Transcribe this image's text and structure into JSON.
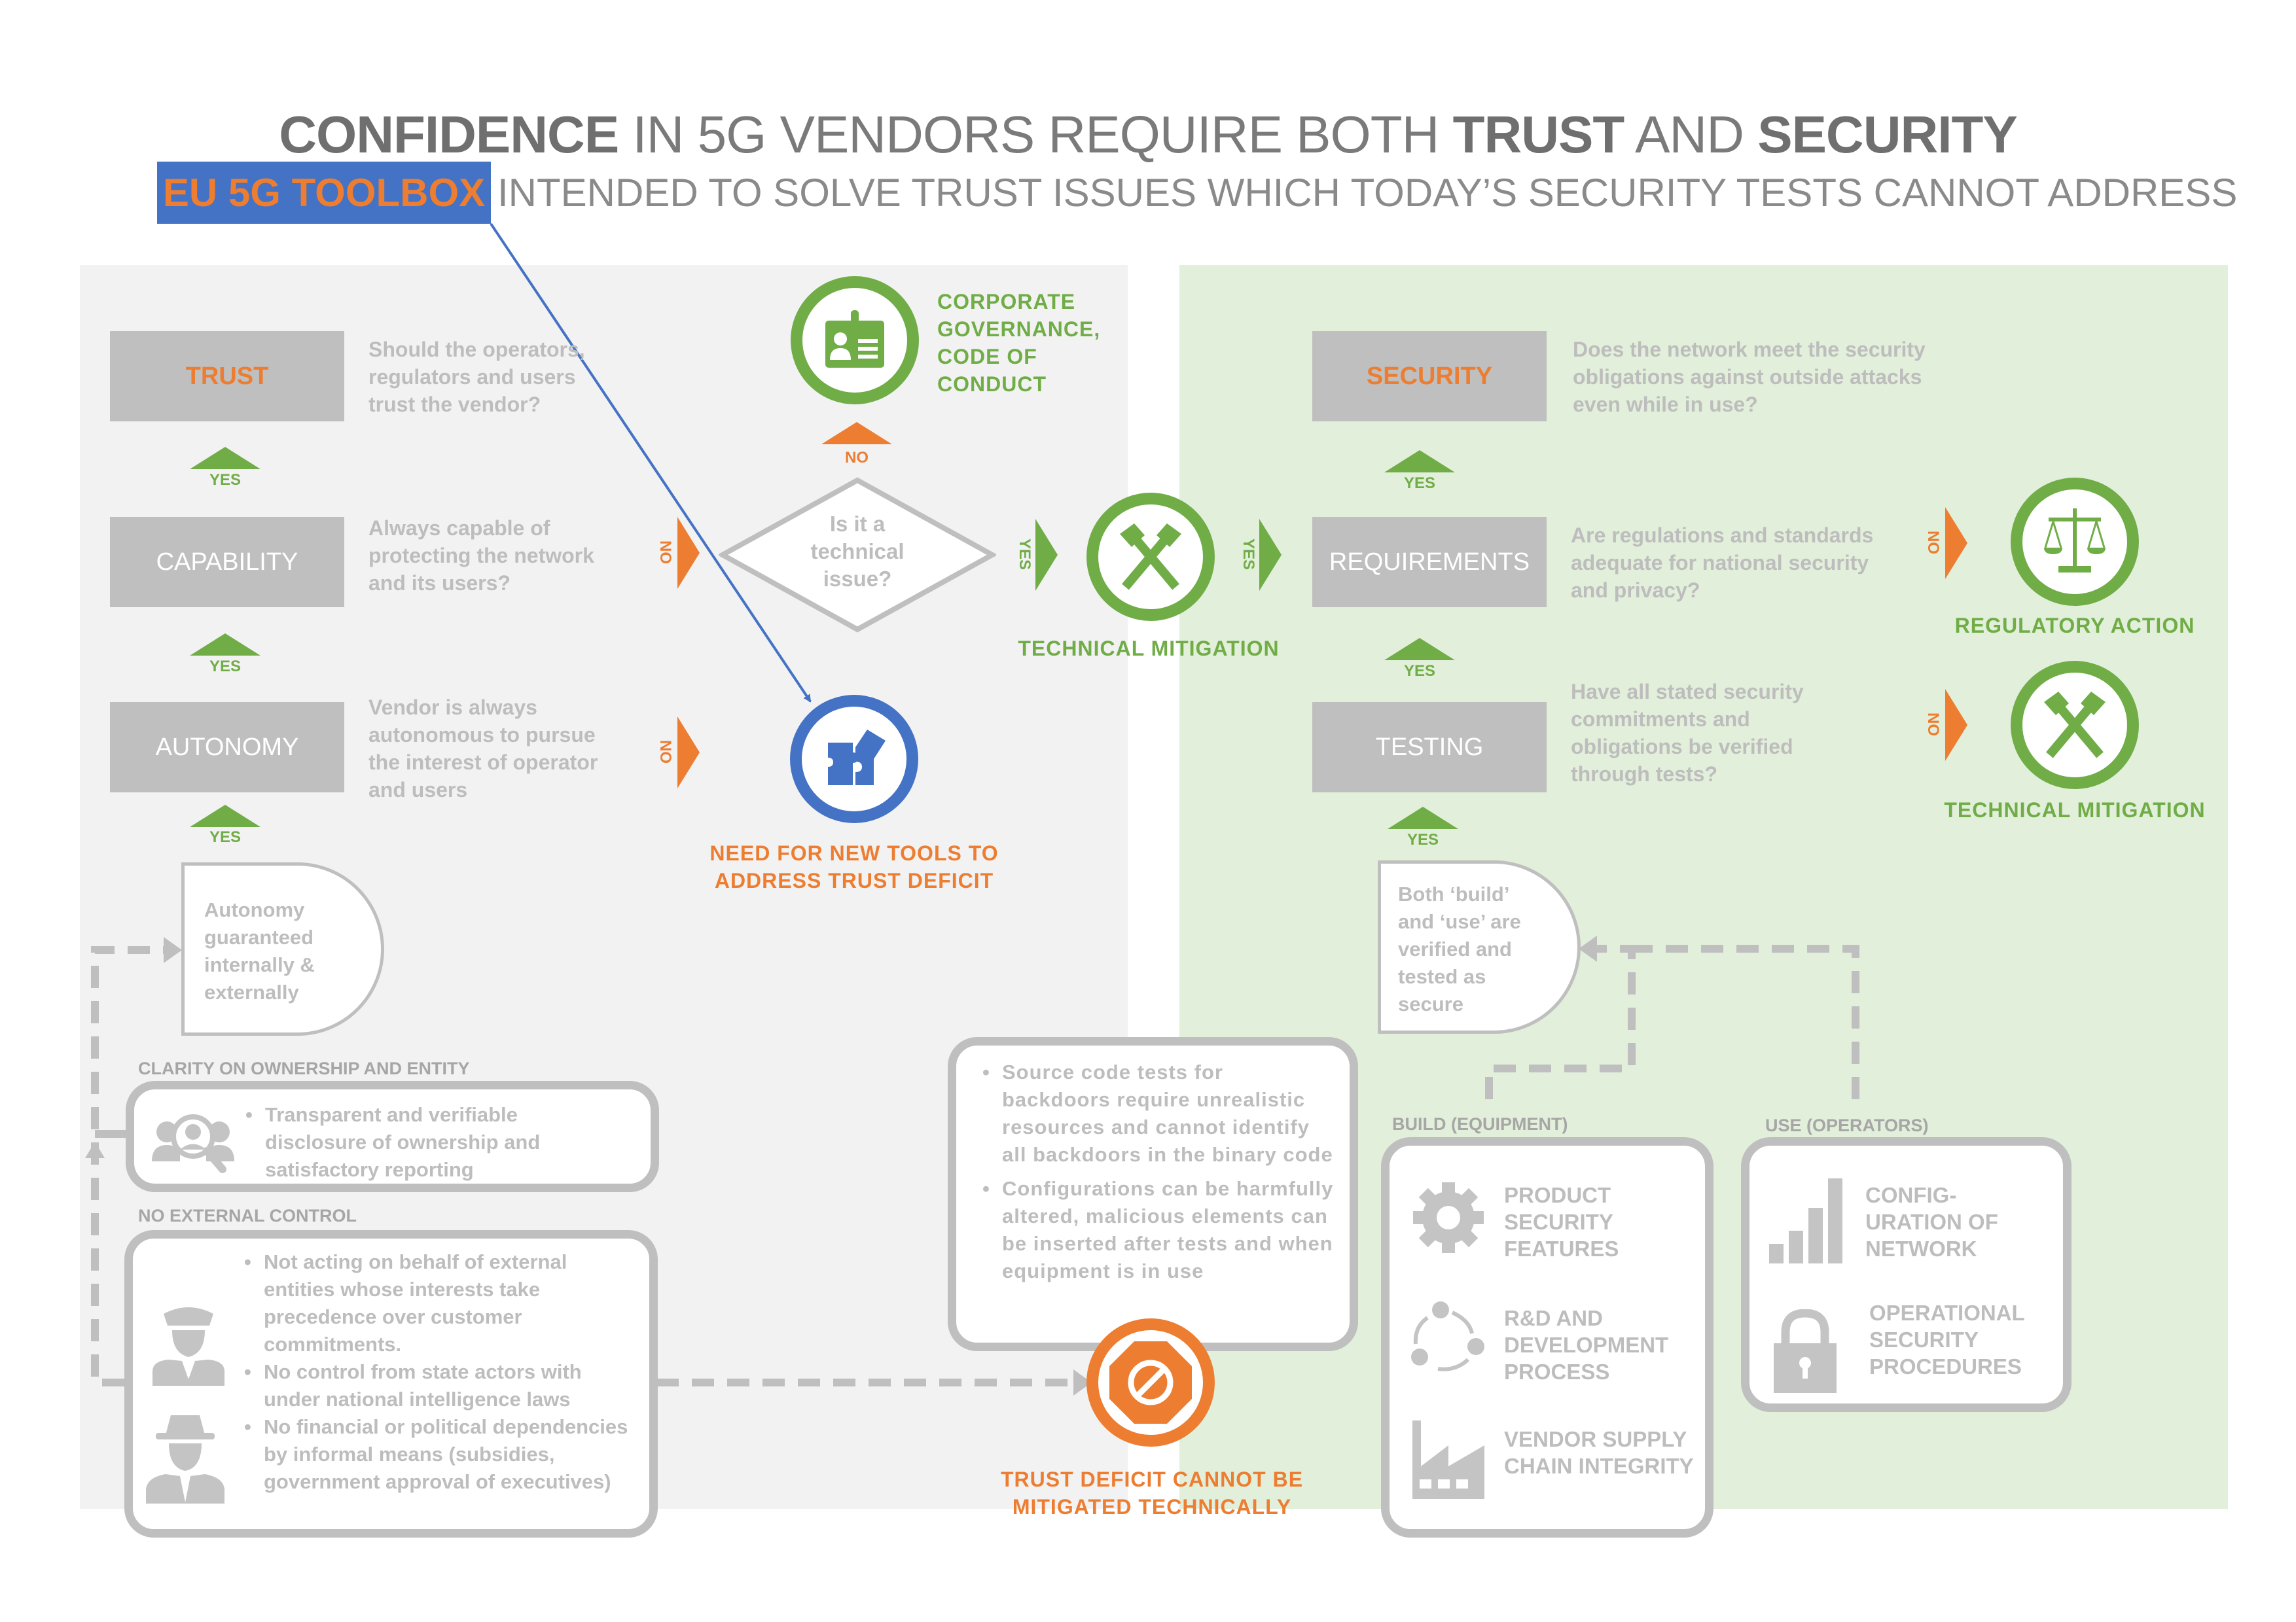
{
  "header": {
    "title_parts": [
      {
        "text": "CONFIDENCE",
        "bold": true
      },
      {
        "text": " IN 5G VENDORS REQUIRE BOTH ",
        "bold": false
      },
      {
        "text": "TRUST",
        "bold": true
      },
      {
        "text": " AND ",
        "bold": false
      },
      {
        "text": "SECURITY",
        "bold": true
      }
    ],
    "toolbox_label": "EU 5G TOOLBOX",
    "subtitle": "INTENDED TO SOLVE TRUST ISSUES WHICH TODAY’S SECURITY TESTS CANNOT ADDRESS"
  },
  "colors": {
    "orange": "#ed7d31",
    "green": "#70ad47",
    "blue": "#4472c4",
    "gray_box": "#bfbfbf",
    "left_panel": "#f2f2f2",
    "right_panel": "#e2efda"
  },
  "trust_side": {
    "trust": {
      "label": "TRUST",
      "question": "Should the operators, regulators and users trust the vendor?"
    },
    "capability": {
      "label": "CAPABILITY",
      "question": "Always capable of protecting the network and its users?"
    },
    "autonomy": {
      "label": "AUTONOMY",
      "question": "Vendor is always autonomous to pursue the interest of operator and users"
    },
    "yes_label": "YES",
    "no_label": "NO",
    "autonomy_guarantee": "Autonomy guaranteed internally & externally",
    "clarity": {
      "heading": "CLARITY ON OWNERSHIP AND ENTITY",
      "icon": "people-magnifier-icon",
      "bullets": [
        "Transparent and verifiable disclosure of ownership and satisfactory reporting"
      ]
    },
    "no_external_control": {
      "heading": "NO EXTERNAL CONTROL",
      "icons": [
        "police-officer-icon",
        "spy-agent-icon"
      ],
      "bullets": [
        "Not acting on behalf of external entities whose interests take precedence over customer commitments.",
        "No control from state actors with under national intelligence laws",
        "No financial or political dependencies by informal means (subsidies, government approval of executives)"
      ]
    }
  },
  "center": {
    "corporate_governance": {
      "icon": "id-badge-icon",
      "label": "CORPORATE GOVERNANCE, CODE OF CONDUCT"
    },
    "decision": "Is it a technical issue?",
    "no_label": "NO",
    "yes_label": "YES",
    "technical_mitigation": {
      "icon": "crossed-hammers-icon",
      "label": "TECHNICAL MITIGATION"
    },
    "new_tools": {
      "icon": "puzzle-icon",
      "label": "NEED FOR NEW TOOLS TO ADDRESS TRUST DEFICIT"
    },
    "tests_limits": {
      "bullets": [
        "Source code tests for backdoors require unrealistic resources and cannot identify all backdoors in the binary code",
        "Configurations can be harmfully altered, malicious elements can be inserted after tests and when equipment is in use"
      ]
    },
    "trust_deficit": {
      "icon": "prohibited-icon",
      "label": "TRUST DEFICIT CANNOT BE MITIGATED TECHNICALLY"
    }
  },
  "security_side": {
    "security": {
      "label": "SECURITY",
      "question": "Does the network meet the security obligations against outside attacks even while in use?"
    },
    "requirements": {
      "label": "REQUIREMENTS",
      "question": "Are regulations and standards adequate for national security and privacy?"
    },
    "testing": {
      "label": "TESTING",
      "question": "Have all stated security commitments and obligations be verified through tests?"
    },
    "yes_label": "YES",
    "no_label": "NO",
    "regulatory_action": {
      "icon": "scales-icon",
      "label": "REGULATORY ACTION"
    },
    "technical_mitigation": {
      "icon": "crossed-hammers-icon",
      "label": "TECHNICAL MITIGATION"
    },
    "build_use_verified": "Both ‘build’ and ‘use’ are verified and tested as secure",
    "build": {
      "heading": "BUILD (EQUIPMENT)",
      "items": [
        {
          "icon": "gear-icon",
          "label": "PRODUCT SECURITY FEATURES"
        },
        {
          "icon": "cycle-icon",
          "label": "R&D AND DEVELOPMENT PROCESS"
        },
        {
          "icon": "factory-icon",
          "label": "VENDOR SUPPLY CHAIN INTEGRITY"
        }
      ]
    },
    "use": {
      "heading": "USE (OPERATORS)",
      "items": [
        {
          "icon": "bar-chart-icon",
          "label": "CONFIG-URATION OF NETWORK"
        },
        {
          "icon": "padlock-icon",
          "label": "OPERATIONAL SECURITY PROCEDURES"
        }
      ]
    }
  }
}
